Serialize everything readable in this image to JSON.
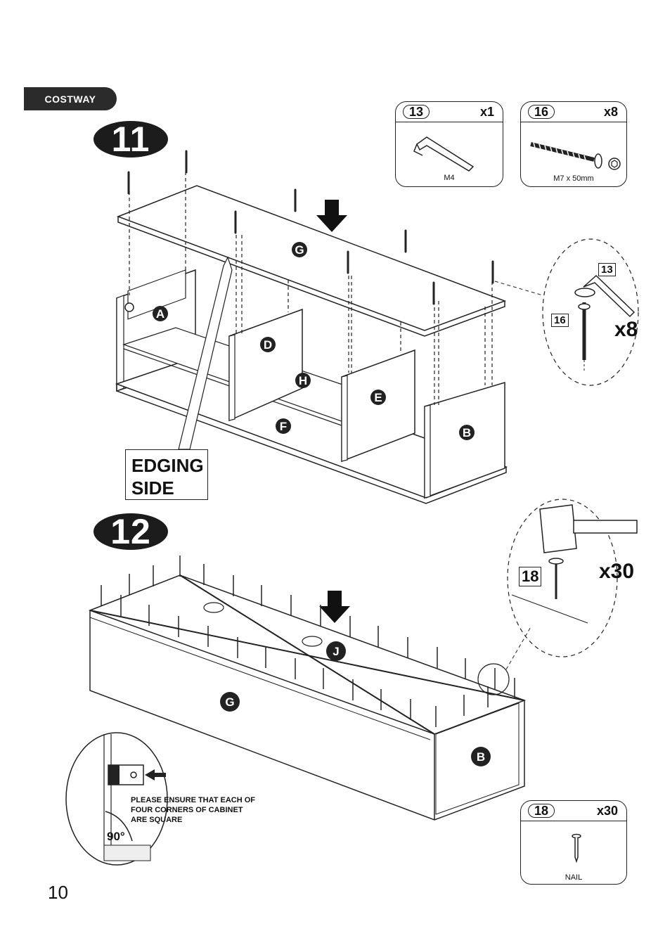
{
  "brand": "COSTWAY",
  "page_number": "10",
  "steps": {
    "step11": "11",
    "step12": "12"
  },
  "parts": [
    {
      "number": "13",
      "qty": "x1",
      "caption": "M4"
    },
    {
      "number": "16",
      "qty": "x8",
      "caption": "M7 x 50mm"
    },
    {
      "number": "18",
      "qty": "x30",
      "caption": "NAIL"
    }
  ],
  "step11": {
    "edging_label": [
      "EDGING",
      "SIDE"
    ],
    "panel_labels": [
      "A",
      "D",
      "H",
      "E",
      "F",
      "B",
      "G"
    ],
    "detail": {
      "tool_number": "13",
      "screw_number": "16",
      "multiplier": "x8"
    }
  },
  "step12": {
    "panel_labels": [
      "J",
      "G",
      "B"
    ],
    "detail": {
      "nail_number": "18",
      "multiplier": "x30"
    },
    "note": "PLEASE ENSURE THAT EACH OF FOUR CORNERS OF CABINET ARE SQUARE",
    "angle": "90°"
  }
}
